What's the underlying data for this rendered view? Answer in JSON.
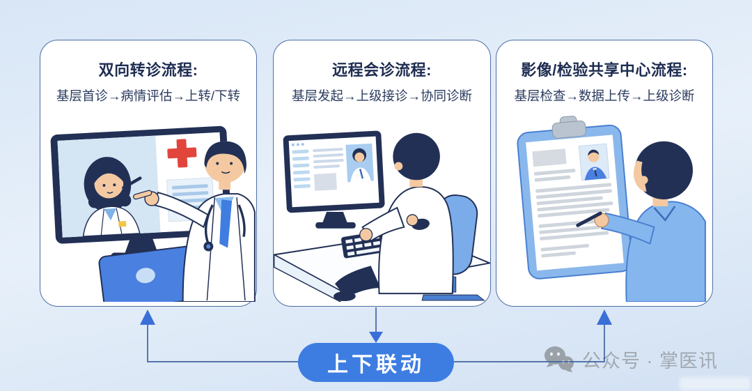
{
  "cards": [
    {
      "title": "双向转诊流程:",
      "flow": "基层首诊→病情评估→上转/下转",
      "illustration": "doctor-pointing-at-video-call-monitor"
    },
    {
      "title": "远程会诊流程:",
      "flow": "基层发起→上级接诊→协同诊断",
      "illustration": "doctor-at-desk-remote-consult"
    },
    {
      "title": "影像/检验共享中心流程:",
      "flow": "基层检查→数据上传→上级诊断",
      "illustration": "man-reviewing-clipboard-report"
    }
  ],
  "connector": {
    "label": "上下联动"
  },
  "watermark": {
    "icon": "wechat-icon",
    "text": "公众号 · 掌医讯"
  },
  "colors": {
    "pill": "#3d7de2",
    "arrow": "#3a6fd8",
    "card_border": "#4e6ea6",
    "title": "#1d2c51"
  }
}
